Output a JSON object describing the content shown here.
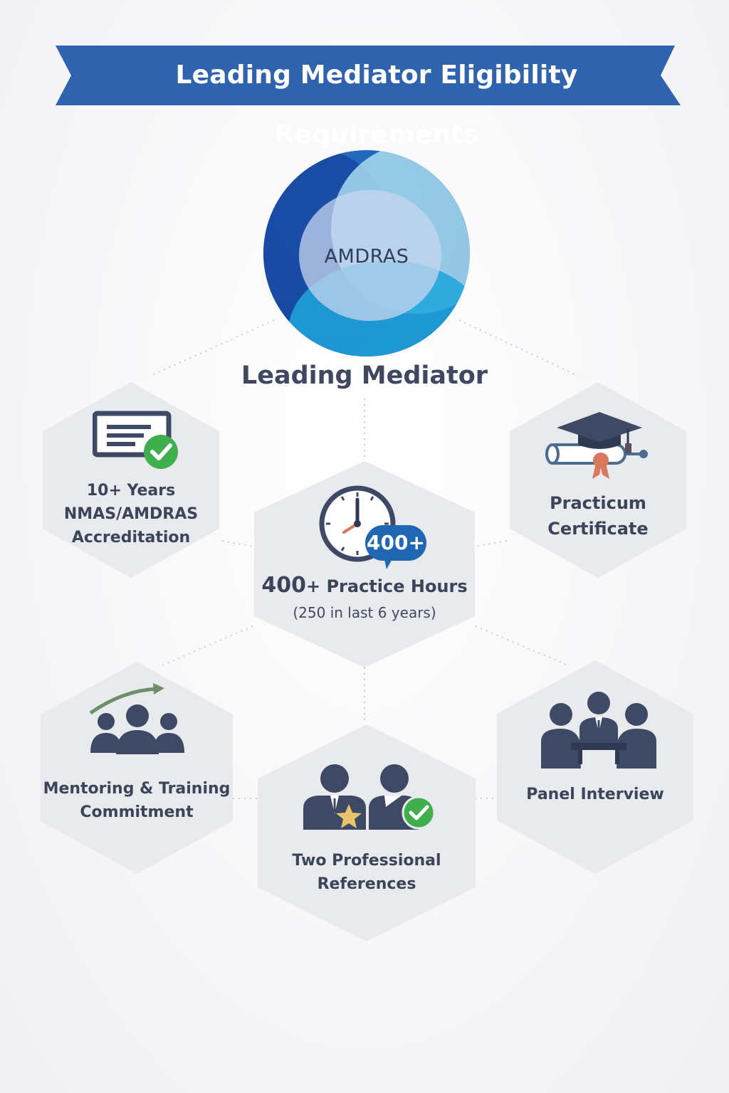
{
  "header": {
    "title": "Leading Mediator Eligibility Requirements"
  },
  "center": {
    "badge_label": "AMDRAS",
    "title": "Leading Mediator"
  },
  "requirements": {
    "years": {
      "line1": "10+ Years",
      "line2": "NMAS/AMDRAS",
      "line3": "Accreditation",
      "icon": "certificate-check-icon"
    },
    "practicum": {
      "line1": "Practicum",
      "line2": "Certificate",
      "icon": "graduation-cap-icon"
    },
    "hours": {
      "badge": "400+",
      "number": "400",
      "plus": "+",
      "text": " Practice Hours",
      "note": "(250 in last 6 years)",
      "icon": "clock-icon"
    },
    "mentoring": {
      "line1": "Mentoring & Training",
      "line2": "Commitment",
      "icon": "group-growth-icon"
    },
    "interview": {
      "line1": "Panel Interview",
      "icon": "panel-people-icon"
    },
    "references": {
      "line1": "Two Professional",
      "line2": "References",
      "icon": "references-icon"
    }
  },
  "colors": {
    "banner": "#2f63ae",
    "hex_fill": "#e9eaed",
    "icon_dark": "#3e4966",
    "check_green": "#3fae4d",
    "accent_blue": "#1f66b3"
  }
}
